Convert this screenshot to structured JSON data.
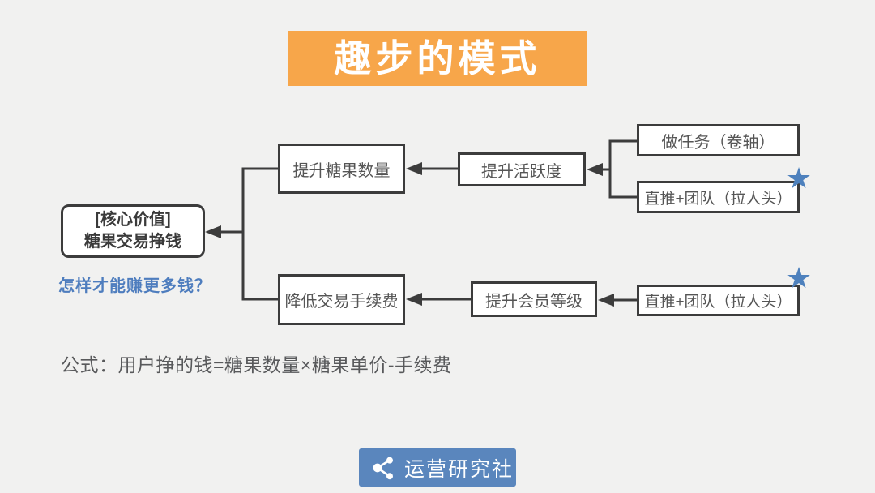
{
  "slide": {
    "title": "趣步的模式",
    "background_color": "#f1f1f0",
    "banner_color": "#f7a64a"
  },
  "diagram": {
    "core_box": {
      "line1": "[核心价值]",
      "line2": "糖果交易挣钱"
    },
    "question": "怎样才能赚更多钱？",
    "boxes": {
      "candy_quantity": "提升糖果数量",
      "activity": "提升活跃度",
      "tasks": "做任务（卷轴）",
      "referral_top": "直推+团队（拉人头）",
      "fee": "降低交易手续费",
      "member_level": "提升会员等级",
      "referral_bottom": "直推+团队（拉人头）"
    },
    "star_glyph": "★",
    "star_color": "#4e81bd",
    "line_color": "#3c3c3c"
  },
  "formula": "公式：用户挣的钱=糖果数量×糖果单价-手续费",
  "footer": {
    "brand": "运营研究社",
    "background_color": "#5a86bd"
  }
}
